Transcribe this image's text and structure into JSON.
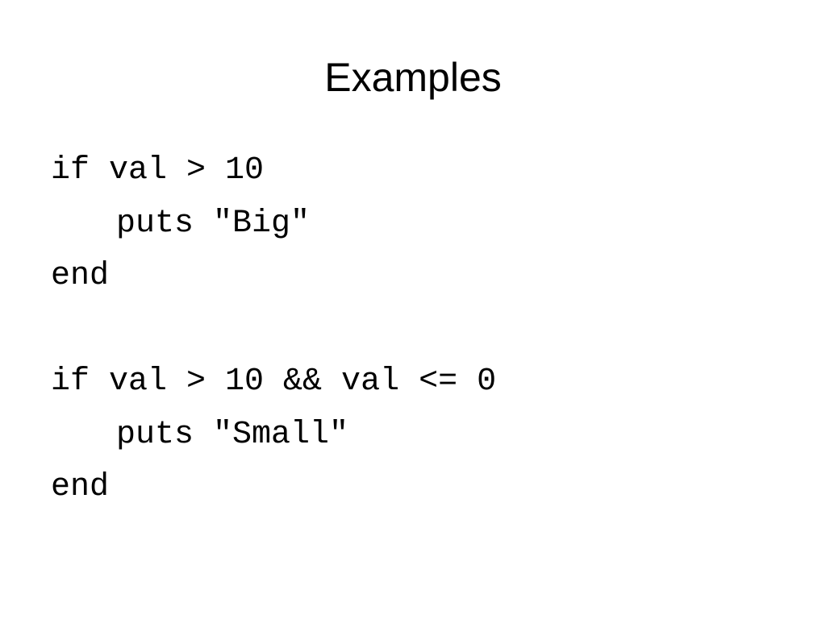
{
  "slide": {
    "title": "Examples",
    "code_lines": [
      "if val > 10",
      "puts \"Big\"",
      "end",
      "",
      "if val > 10 && val <= 0",
      "puts \"Small\"",
      "end"
    ]
  }
}
